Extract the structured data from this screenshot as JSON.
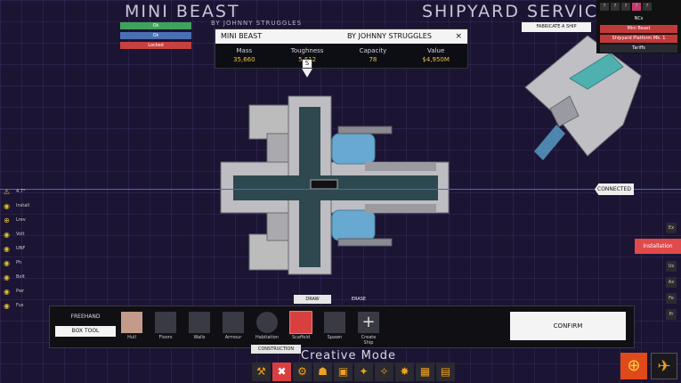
{
  "header": {
    "ship_name": "MINI BEAST",
    "author": "BY JOHNNY STRUGGLES",
    "screen_title": "SHIPYARD SERVICES"
  },
  "status_bars": [
    {
      "label": "Ok",
      "color": "#3fa35c",
      "value": 1.0
    },
    {
      "label": "Ok",
      "color": "#4a6fb4",
      "value": 1.0
    },
    {
      "label": "Locked",
      "color": "#c84040",
      "value": 1.0
    }
  ],
  "info_card": {
    "title": "MINI BEAST",
    "author": "BY JOHNNY STRUGGLES",
    "close": "×",
    "pointer_label": "S",
    "stats": [
      {
        "label": "Mass",
        "value": "35,660"
      },
      {
        "label": "Toughness",
        "value": "5,612"
      },
      {
        "label": "Capacity",
        "value": "78"
      },
      {
        "label": "Value",
        "value": "$4,950M"
      }
    ]
  },
  "top_right": {
    "fabricate_button": "FABRICATE A SHIP",
    "tabs": [
      "?",
      "?",
      "?",
      "?",
      "?"
    ],
    "npc_title": "NCs",
    "rows": [
      "Mini Beast",
      "Shipyard Platform Mk. 1",
      "Tariffs"
    ]
  },
  "connection_tag": "CONNECTED",
  "left_list": [
    {
      "icon": "⚠",
      "label": "4.7°"
    },
    {
      "icon": "◉",
      "label": "Install"
    },
    {
      "icon": "⊕",
      "label": "Lrev"
    },
    {
      "icon": "◉",
      "label": "Volt"
    },
    {
      "icon": "◉",
      "label": "UNF"
    },
    {
      "icon": "◉",
      "label": "Ph"
    },
    {
      "icon": "◉",
      "label": "Bolt"
    },
    {
      "icon": "◉",
      "label": "Pwr"
    },
    {
      "icon": "◉",
      "label": "Fus"
    }
  ],
  "right_buttons": [
    "Ex",
    "Us",
    "Ax",
    "Fe",
    "Pr"
  ],
  "install_button": "Installation",
  "mode_tabs": [
    {
      "label": "DRAW",
      "active": true
    },
    {
      "label": "ERASE",
      "active": false
    }
  ],
  "toolbar": {
    "freehand_label": "FREEHAND",
    "box_tool_label": "BOX TOOL",
    "tools": [
      {
        "label": "Hull",
        "active": false,
        "icon": "hull-icon"
      },
      {
        "label": "Floors",
        "active": false,
        "icon": "floors-icon"
      },
      {
        "label": "Walls",
        "active": false,
        "icon": "walls-icon"
      },
      {
        "label": "Armour",
        "active": false,
        "icon": "armour-icon"
      },
      {
        "label": "Habitation",
        "active": false,
        "icon": "habitation-icon"
      },
      {
        "label": "Scaffold",
        "active": true,
        "icon": "scaffold-icon"
      },
      {
        "label": "Spawn",
        "active": false,
        "icon": "spawn-icon"
      },
      {
        "label": "Create Ship",
        "active": false,
        "icon": "plus-icon"
      }
    ],
    "confirm_label": "CONFIRM",
    "construction_tip": "CONSTRUCTION"
  },
  "creative_mode_label": "Creative Mode",
  "bottom_icons": [
    {
      "glyph": "⚒",
      "active": false
    },
    {
      "glyph": "✖",
      "active": true
    },
    {
      "glyph": "⚙",
      "active": false
    },
    {
      "glyph": "☗",
      "active": false
    },
    {
      "glyph": "▣",
      "active": false
    },
    {
      "glyph": "✦",
      "active": false
    },
    {
      "glyph": "✧",
      "active": false
    },
    {
      "glyph": "✸",
      "active": false
    },
    {
      "glyph": "▦",
      "active": false
    },
    {
      "glyph": "▤",
      "active": false
    }
  ],
  "action_buttons": [
    {
      "glyph": "⊕",
      "color": "#e04a1a"
    },
    {
      "glyph": "✈",
      "color": "#1a1a1e"
    }
  ]
}
